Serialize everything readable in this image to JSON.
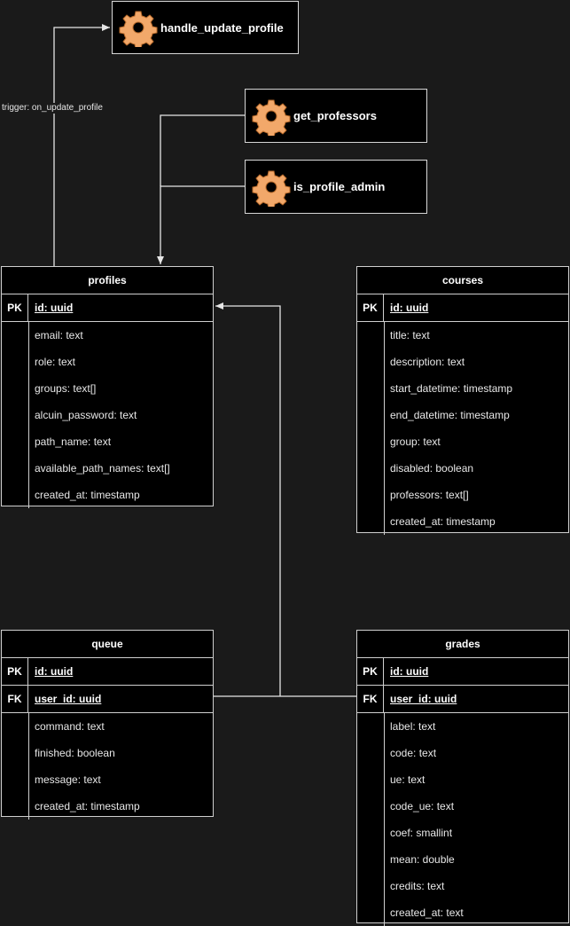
{
  "functions": [
    {
      "name": "handle_update_profile",
      "icon": "gear-icon"
    },
    {
      "name": "get_professors",
      "icon": "gear-icon"
    },
    {
      "name": "is_profile_admin",
      "icon": "gear-icon"
    }
  ],
  "trigger_label": "trigger: on_update_profile",
  "tables": {
    "profiles": {
      "title": "profiles",
      "keys": [
        {
          "type": "PK",
          "field": "id: uuid"
        }
      ],
      "fields": [
        "email: text",
        "role: text",
        "groups: text[]",
        "alcuin_password: text",
        "path_name: text",
        "available_path_names: text[]",
        "created_at: timestamp"
      ]
    },
    "courses": {
      "title": "courses",
      "keys": [
        {
          "type": "PK",
          "field": "id: uuid"
        }
      ],
      "fields": [
        "title: text",
        "description: text",
        "start_datetime: timestamp",
        "end_datetime: timestamp",
        "group: text",
        "disabled: boolean",
        "professors: text[]",
        "created_at: timestamp"
      ]
    },
    "queue": {
      "title": "queue",
      "keys": [
        {
          "type": "PK",
          "field": "id: uuid"
        },
        {
          "type": "FK",
          "field": "user_id: uuid"
        }
      ],
      "fields": [
        "command: text",
        "finished: boolean",
        "message: text",
        "created_at: timestamp"
      ]
    },
    "grades": {
      "title": "grades",
      "keys": [
        {
          "type": "PK",
          "field": "id: uuid"
        },
        {
          "type": "FK",
          "field": "user_id: uuid"
        }
      ],
      "fields": [
        "label: text",
        "code: text",
        "ue: text",
        "code_ue: text",
        "coef: smallint",
        "mean: double",
        "credits: text",
        "created_at: text"
      ]
    }
  },
  "colors": {
    "background": "#1a1a1a",
    "box": "#000000",
    "line": "#e6e6e6",
    "gear": "#f2a86a"
  }
}
